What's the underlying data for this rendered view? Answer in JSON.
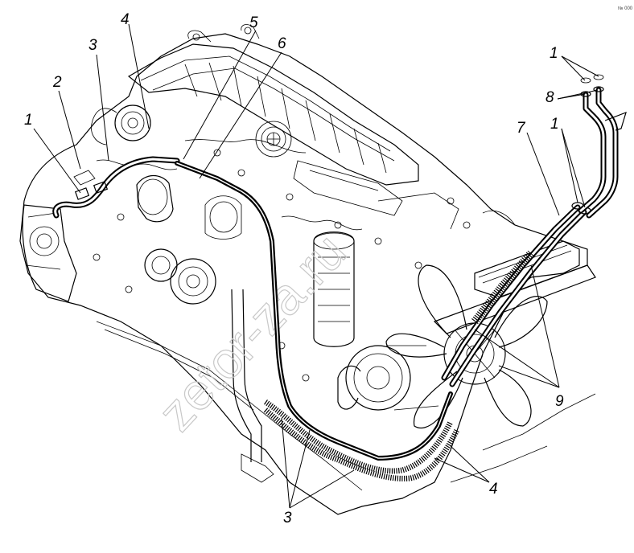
{
  "callouts": [
    {
      "id": "c1a",
      "text": "1"
    },
    {
      "id": "c2",
      "text": "2"
    },
    {
      "id": "c3a",
      "text": "3"
    },
    {
      "id": "c4a",
      "text": "4"
    },
    {
      "id": "c5",
      "text": "5"
    },
    {
      "id": "c6",
      "text": "6"
    },
    {
      "id": "c1b",
      "text": "1"
    },
    {
      "id": "c8",
      "text": "8"
    },
    {
      "id": "c7",
      "text": "7"
    },
    {
      "id": "c1c",
      "text": "1"
    },
    {
      "id": "c9",
      "text": "9"
    },
    {
      "id": "c4b",
      "text": "4"
    },
    {
      "id": "c3b",
      "text": "3"
    }
  ],
  "watermark": "zetor-za.ru",
  "corner_tag": "№ 000"
}
